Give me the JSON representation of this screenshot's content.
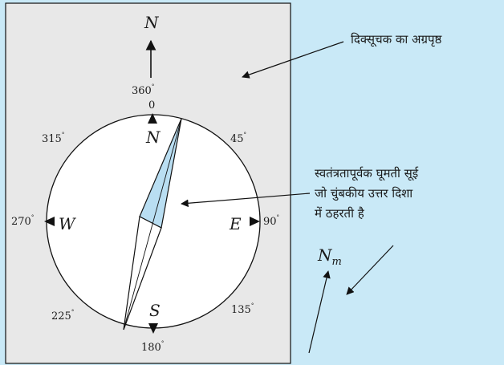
{
  "colors": {
    "background": "#c9e9f7",
    "compass_face": "#e8e8e8",
    "needle_fill": "#b9def2",
    "stroke": "#111111"
  },
  "labels": {
    "north_top": "N",
    "north_inner": "N",
    "south": "S",
    "east": "E",
    "west": "W",
    "magnetic_north_base": "N",
    "magnetic_north_sub": "m"
  },
  "degrees": {
    "d360": "360",
    "d0": "0",
    "d45": "45",
    "d90": "90",
    "d135": "135",
    "d180": "180",
    "d225": "225",
    "d270": "270",
    "d315": "315",
    "degree_mark": "°"
  },
  "annotations": {
    "compass_front": "दिक्सूचक का अग्रपृष्ठ",
    "needle_line1": "स्वतंत्रतापूर्वक घूमती सूई",
    "needle_line2": "जो चुंबकीय उत्तर दिशा",
    "needle_line3": "में ठहरती है"
  },
  "icons": [
    "arrow-up-icon",
    "triangle-marker-icon",
    "compass-needle-icon"
  ]
}
